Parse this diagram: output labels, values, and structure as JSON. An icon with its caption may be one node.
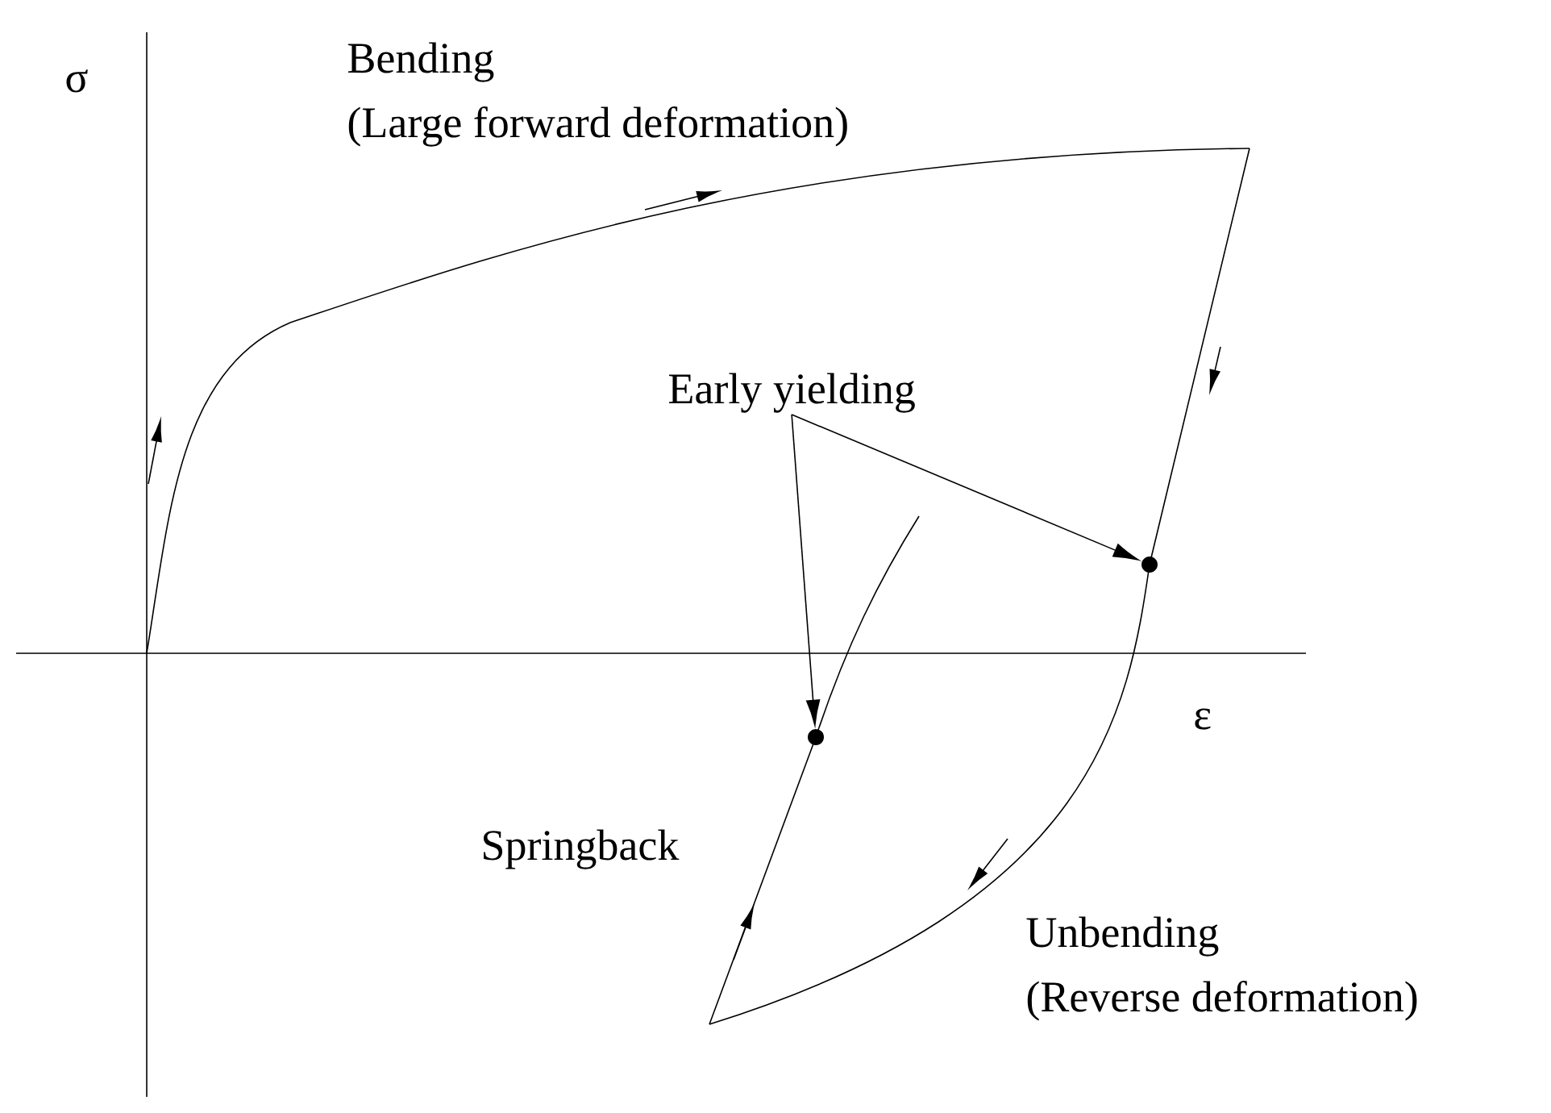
{
  "diagram": {
    "nodes": [
      {
        "text": [
          "Early yielding"
        ]
      },
      {
        "text": [],
        "shape": "circle"
      },
      {
        "text": [],
        "shape": "circle"
      }
    ],
    "edges": [
      {
        "from": 0,
        "to": 1,
        "arrow": "to"
      },
      {
        "from": 0,
        "to": 2,
        "arrow": "to"
      }
    ],
    "labels": [
      "σ",
      "Bending",
      "(Large forward deformation)",
      "ε",
      "Springback",
      "Unbending",
      "(Reverse deformation)"
    ]
  }
}
